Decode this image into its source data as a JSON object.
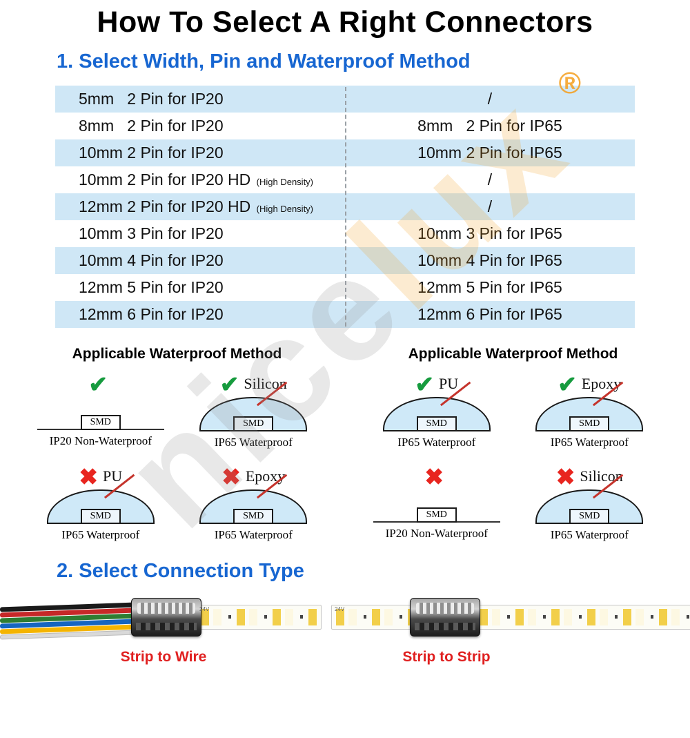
{
  "page": {
    "title": "How To Select A Right Connectors",
    "section1": "1. Select Width, Pin and Waterproof Method",
    "section2": "2. Select Connection Type"
  },
  "table": {
    "rows": [
      {
        "left": "5mm   2 Pin for IP20",
        "right": "/"
      },
      {
        "left": "8mm   2 Pin for IP20",
        "right": "8mm   2 Pin for IP65"
      },
      {
        "left": "10mm 2 Pin for IP20",
        "right": "10mm 2 Pin for IP65"
      },
      {
        "left": "10mm 2 Pin for IP20 HD ",
        "note": "(High Density)",
        "right": "/"
      },
      {
        "left": "12mm 2 Pin for IP20 HD ",
        "note": "(High Density)",
        "right": "/"
      },
      {
        "left": "10mm 3 Pin for IP20",
        "right": "10mm 3 Pin for IP65"
      },
      {
        "left": "10mm 4 Pin for IP20",
        "right": "10mm 4 Pin for IP65"
      },
      {
        "left": "12mm 5 Pin for IP20",
        "right": "12mm 5 Pin for IP65"
      },
      {
        "left": "12mm 6 Pin for IP20",
        "right": "12mm 6 Pin for IP65"
      }
    ]
  },
  "waterproof": {
    "heading": "Applicable Waterproof Method",
    "left": [
      {
        "mark": "check",
        "material": "",
        "shape": "flat",
        "caption": "IP20 Non-Waterproof"
      },
      {
        "mark": "check",
        "material": "Silicon",
        "shape": "dome",
        "caption": "IP65 Waterproof"
      },
      {
        "mark": "cross",
        "material": "PU",
        "shape": "dome",
        "caption": "IP65 Waterproof"
      },
      {
        "mark": "cross",
        "material": "Epoxy",
        "shape": "dome",
        "caption": "IP65 Waterproof"
      }
    ],
    "right": [
      {
        "mark": "check",
        "material": "PU",
        "shape": "dome",
        "caption": "IP65 Waterproof"
      },
      {
        "mark": "check",
        "material": "Epoxy",
        "shape": "dome",
        "caption": "IP65 Waterproof"
      },
      {
        "mark": "cross",
        "material": "",
        "shape": "flat",
        "caption": "IP20 Non-Waterproof"
      },
      {
        "mark": "cross",
        "material": "Silicon",
        "shape": "dome",
        "caption": "IP65 Waterproof"
      }
    ]
  },
  "icons": {
    "check": "✔",
    "cross": "✖"
  },
  "labels": {
    "smd": "SMD",
    "strip_marking": "24V"
  },
  "connections": [
    {
      "label": "Strip to Wire"
    },
    {
      "label": "Strip to Strip"
    }
  ],
  "watermark": {
    "text1": "nice",
    "text2": "lux",
    "registered": "®"
  },
  "colors": {
    "accent_blue": "#1766d1",
    "row_blue": "#cfe7f6",
    "check_green": "#169b3e",
    "cross_red": "#e8251f",
    "label_red": "#e02020",
    "watermark_orange": "#f59f1e"
  }
}
